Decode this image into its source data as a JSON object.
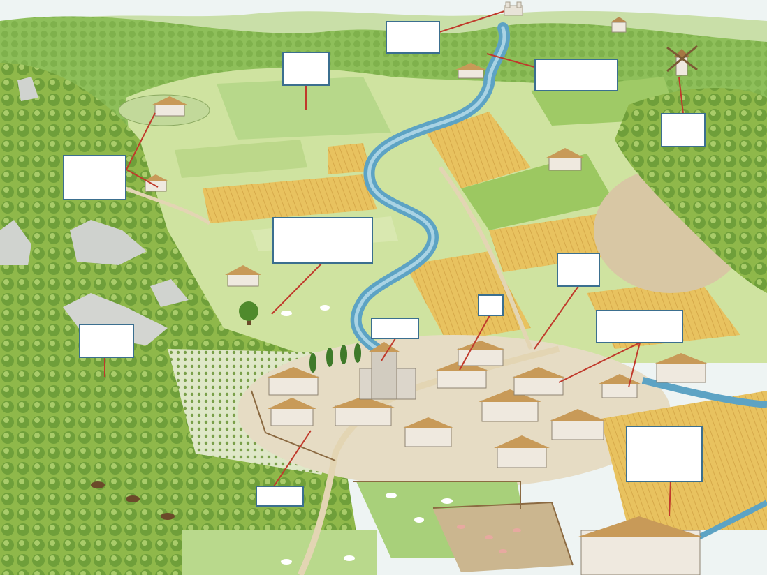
{
  "colors": {
    "sky": "#eef4f3",
    "hills": "#8ebf5a",
    "forest": "#6f9f3a",
    "fields_light": "#cfe3a0",
    "wheat": "#e8c25f",
    "river": "#5da3c4",
    "roofs": "#c89a58",
    "walls": "#efe9df",
    "connector": "#c0392b",
    "label_border": "#3b6f8f"
  },
  "labels": [
    {
      "id": "castle",
      "text": ""
    },
    {
      "id": "meadow",
      "text": ""
    },
    {
      "id": "river",
      "text": ""
    },
    {
      "id": "mill",
      "text": ""
    },
    {
      "id": "farmsteads",
      "text": ""
    },
    {
      "id": "pasture",
      "text": ""
    },
    {
      "id": "vineyard",
      "text": ""
    },
    {
      "id": "bridge",
      "text": ""
    },
    {
      "id": "church",
      "text": ""
    },
    {
      "id": "houses",
      "text": ""
    },
    {
      "id": "forest",
      "text": ""
    },
    {
      "id": "smithy",
      "text": ""
    },
    {
      "id": "harvest-field",
      "text": ""
    }
  ],
  "icons": [
    "castle-icon",
    "chapel-icon",
    "windmill-icon",
    "house-icon",
    "church-icon",
    "tree-icon",
    "sheep-icon",
    "pig-icon",
    "rider-icon"
  ]
}
